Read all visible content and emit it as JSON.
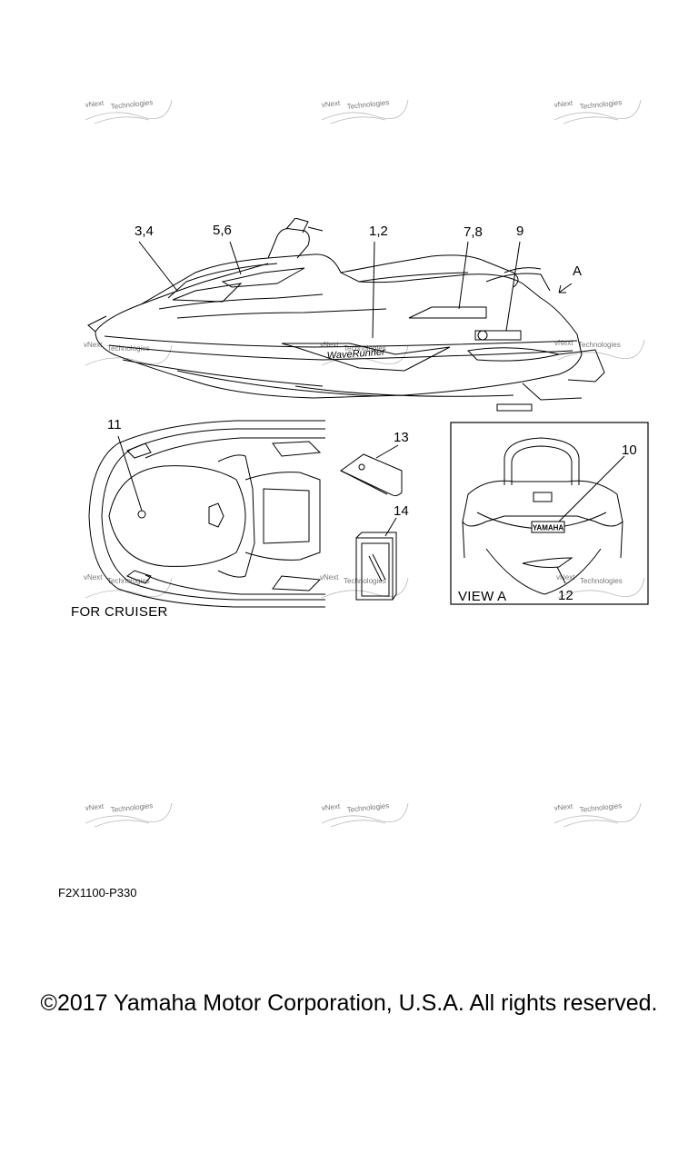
{
  "watermark": {
    "line1": "vNext",
    "line2": "Technologies"
  },
  "callouts": {
    "c34": "3,4",
    "c56": "5,6",
    "c12": "1,2",
    "c78": "7,8",
    "c9": "9",
    "cA": "A",
    "c11": "11",
    "c13": "13",
    "c14": "14",
    "c10": "10",
    "cview12": "12"
  },
  "labels": {
    "for_cruiser": "FOR CRUISER",
    "view_a": "VIEW A",
    "yamaha_decal": "YAMAHA"
  },
  "diagram_code": "F2X1100-P330",
  "copyright": "©2017 Yamaha Motor Corporation, U.S.A. All rights reserved.",
  "colors": {
    "line": "#000000",
    "watermark": "#9a9a9a",
    "background": "#ffffff"
  }
}
